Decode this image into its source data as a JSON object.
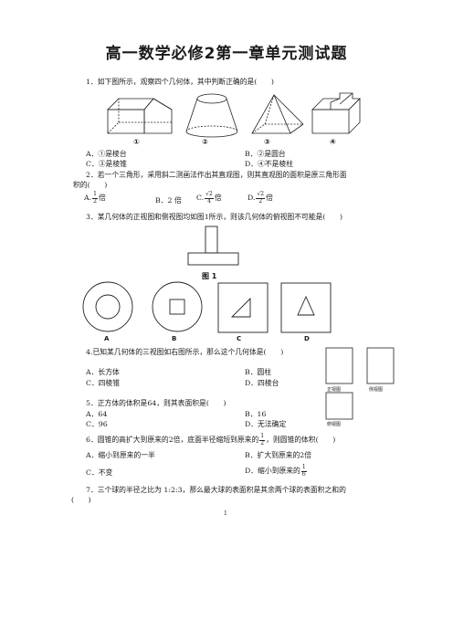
{
  "title": "高一数学必修2第一章单元测试题",
  "q1": {
    "stem": "1．如下图所示，观察四个几何体，其中判断正确的是(　　)",
    "figure_labels": [
      "①",
      "②",
      "③",
      "④"
    ],
    "options": [
      "A．①是棱台",
      "B．②是圆台",
      "C．③是棱锥",
      "D．④不是棱柱"
    ]
  },
  "q2": {
    "stem": "2．若一个三角形，采用斜二测画法作出其直观图，则其直观图的面积是原三角形面",
    "stem2": "积的(　　)",
    "a_prefix": "A.",
    "a_num": "1",
    "a_den": "2",
    "a_suffix": "倍",
    "b": "B．2 倍",
    "c_prefix": "C.",
    "c_num": "√2",
    "c_den": "4",
    "c_suffix": "倍",
    "d_prefix": "D.",
    "d_num": "√2",
    "d_den": "2",
    "d_suffix": "倍"
  },
  "q3": {
    "stem": "3．某几何体的正视图和侧视图均如图1所示，则该几何体的俯视图不可能是(　　)",
    "fig_caption": "图 1",
    "labels": [
      "A",
      "B",
      "C",
      "D"
    ]
  },
  "q4": {
    "stem": "4.已知某几何体的三视图如右图所示，那么这个几何体是(　　)",
    "options": [
      "A．长方体",
      "B．圆柱",
      "C．四棱锥",
      "D．四棱台"
    ],
    "view_labels": [
      "正视图",
      "侧视图",
      "俯视图"
    ]
  },
  "q5": {
    "stem": "5．正方体的体积是64，则其表面积是(　　)",
    "options": [
      "A．64",
      "B．16",
      "C．96",
      "D．无法确定"
    ]
  },
  "q6": {
    "stem_a": "6．圆锥的高扩大到原来的2倍，底面半径缩短到原来的",
    "num": "1",
    "den": "2",
    "stem_b": "，则圆锥的体积(　　)",
    "options": [
      "A．缩小到原来的一半",
      "B．扩大到原来的2倍",
      "C．不变"
    ],
    "d_prefix": "D．缩小到原来的",
    "d_num": "1",
    "d_den": "6"
  },
  "q7": {
    "stem": "7．三个球的半径之比为 1:2:3，那么最大球的表面积是其余两个球的表面积之和的",
    "stem2": "(　　)"
  },
  "page_number": "1"
}
